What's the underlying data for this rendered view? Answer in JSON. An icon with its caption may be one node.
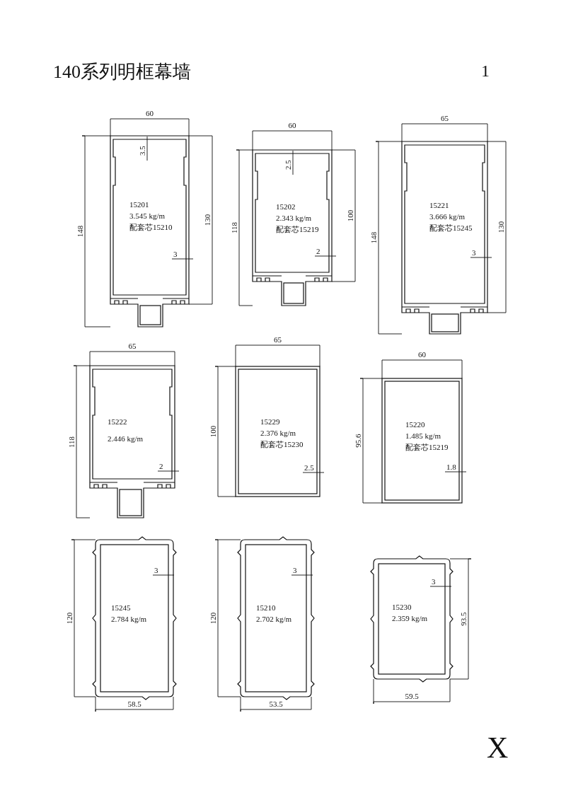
{
  "diagram": {
    "title": "140系列明框幕墙",
    "nodes": [
      {
        "text": [
          "15201",
          "3.545 kg/m",
          "配套芯15210"
        ]
      },
      {
        "text": [
          "15202",
          "2.343 kg/m",
          "配套芯15219"
        ]
      },
      {
        "text": [
          "15221",
          "3.666 kg/m",
          "配套芯15245"
        ]
      },
      {
        "text": [
          "15222",
          "2.446 kg/m"
        ]
      },
      {
        "text": [
          "15229",
          "2.376 kg/m",
          "配套芯15230"
        ]
      },
      {
        "text": [
          "15220",
          "1.485 kg/m",
          "配套芯15219"
        ]
      },
      {
        "text": [
          "15245",
          "2.784 kg/m"
        ]
      },
      {
        "text": [
          "15210",
          "2.702 kg/m"
        ]
      },
      {
        "text": [
          "15230",
          "2.359 kg/m"
        ]
      }
    ],
    "labels": [
      "1",
      "60",
      "3.5",
      "148",
      "130",
      "3",
      "60",
      "2.5",
      "118",
      "100",
      "2",
      "65",
      "148",
      "130",
      "3",
      "65",
      "118",
      "2",
      "65",
      "100",
      "2.5",
      "60",
      "95.6",
      "1.8",
      "3",
      "120",
      "58.5",
      "120",
      "3",
      "53.5",
      "3",
      "93.5",
      "59.5",
      "X"
    ]
  }
}
